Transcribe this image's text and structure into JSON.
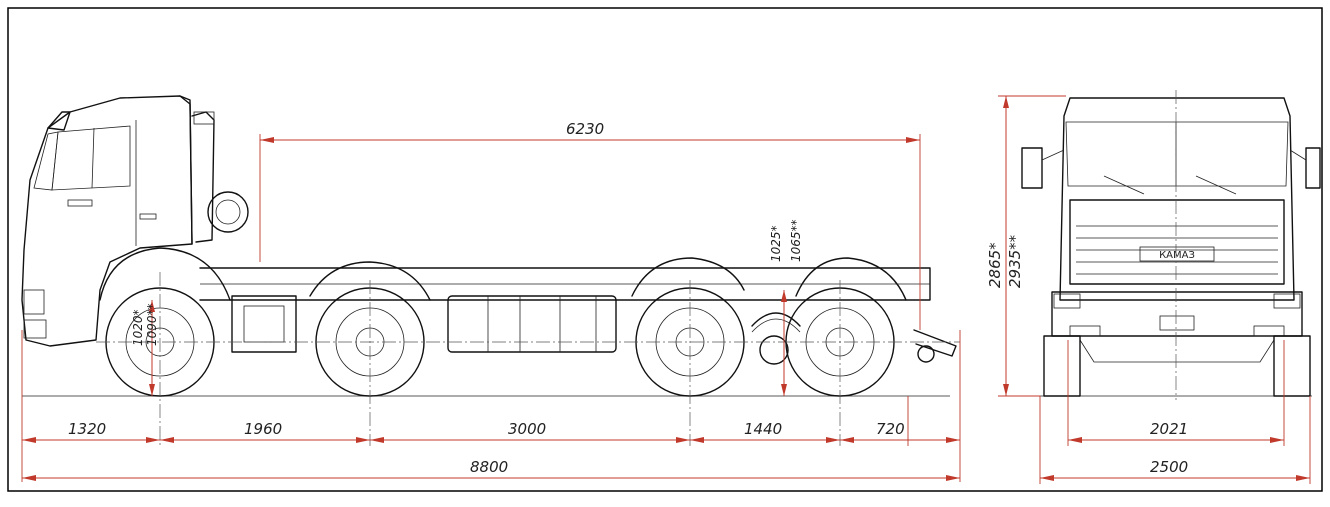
{
  "side_view": {
    "dim_overall_length": "8800",
    "dim_front_overhang": "1320",
    "dim_wheelbase_1_2": "1960",
    "dim_wheelbase_2_3": "3000",
    "dim_wheelbase_3_4": "1440",
    "dim_rear_overhang": "720",
    "dim_frame_length": "6230",
    "dim_frame_height_a": "1020*",
    "dim_frame_height_b": "1090**",
    "dim_frame_height_rear_a": "1025*",
    "dim_frame_height_rear_b": "1065**"
  },
  "front_view": {
    "dim_height_a": "2865*",
    "dim_height_b": "2935**",
    "dim_track": "2021",
    "dim_width": "2500",
    "grille_badge": "КАМАЗ"
  },
  "colors": {
    "dimension_line": "#c0392b",
    "ink": "#111111"
  }
}
